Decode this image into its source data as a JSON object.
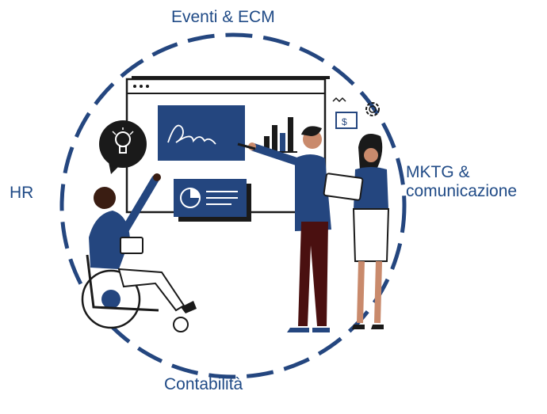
{
  "labels": {
    "top": "Eventi & ECM",
    "left": "HR",
    "right_line1": "MKTG &",
    "right_line2": "comunicazione",
    "bottom": "Contabilità"
  },
  "colors": {
    "accent_blue": "#1f4a86",
    "navy": "#24467f",
    "dark_red": "#4a1010",
    "skin": "#c98a6c",
    "dark_skin": "#3a1d12"
  },
  "icons": [
    "lightbulb-icon",
    "gear-icon",
    "money-icon",
    "pie-chart-icon",
    "bar-chart-icon"
  ]
}
